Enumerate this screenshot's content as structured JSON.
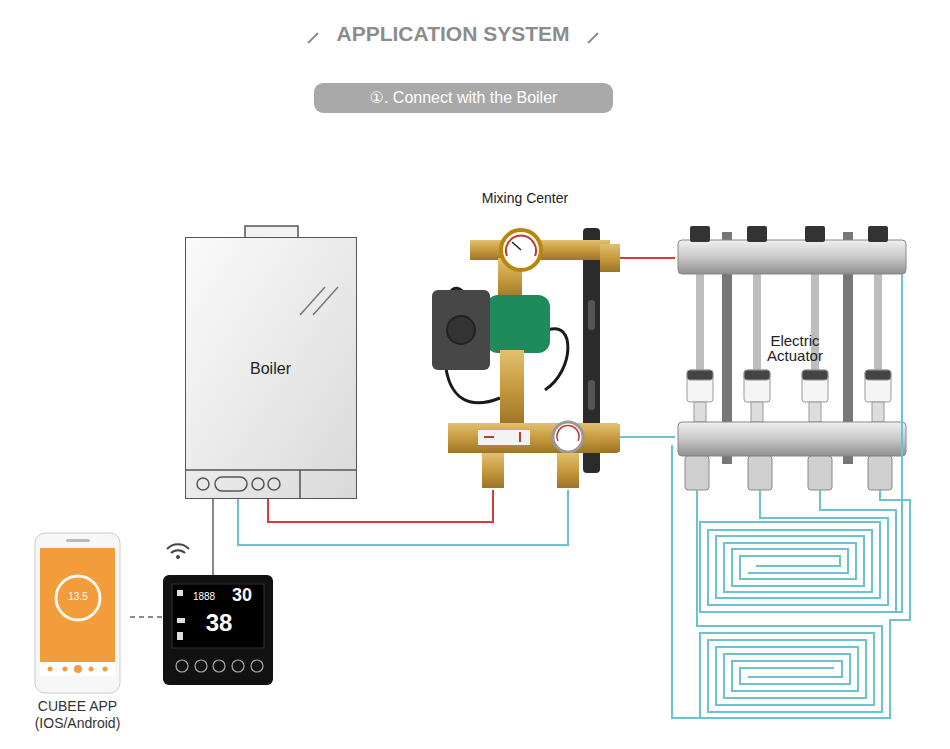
{
  "diagram": {
    "title": "APPLICATION SYSTEM",
    "nodes": [
      {
        "text": [
          "①. Connect with the Boiler"
        ]
      },
      {
        "text": [
          "Boiler"
        ]
      },
      {
        "text": [
          "Mixing Center"
        ]
      },
      {
        "text": [
          "Electric Actuator"
        ]
      },
      {
        "text": [
          "13.5",
          "CUBEE APP (IOS/Android)"
        ]
      },
      {
        "text": [
          "1888",
          "30",
          "38"
        ]
      }
    ],
    "edges": [
      {
        "from": 1,
        "to": 2,
        "arrow": "none"
      },
      {
        "from": 1,
        "to": 2,
        "arrow": "none"
      },
      {
        "from": 2,
        "to": 3,
        "arrow": "none"
      },
      {
        "from": 2,
        "to": 3,
        "arrow": "none"
      },
      {
        "from": 1,
        "to": 5,
        "arrow": "none"
      },
      {
        "from": 4,
        "to": 5,
        "arrow": "none"
      }
    ]
  }
}
